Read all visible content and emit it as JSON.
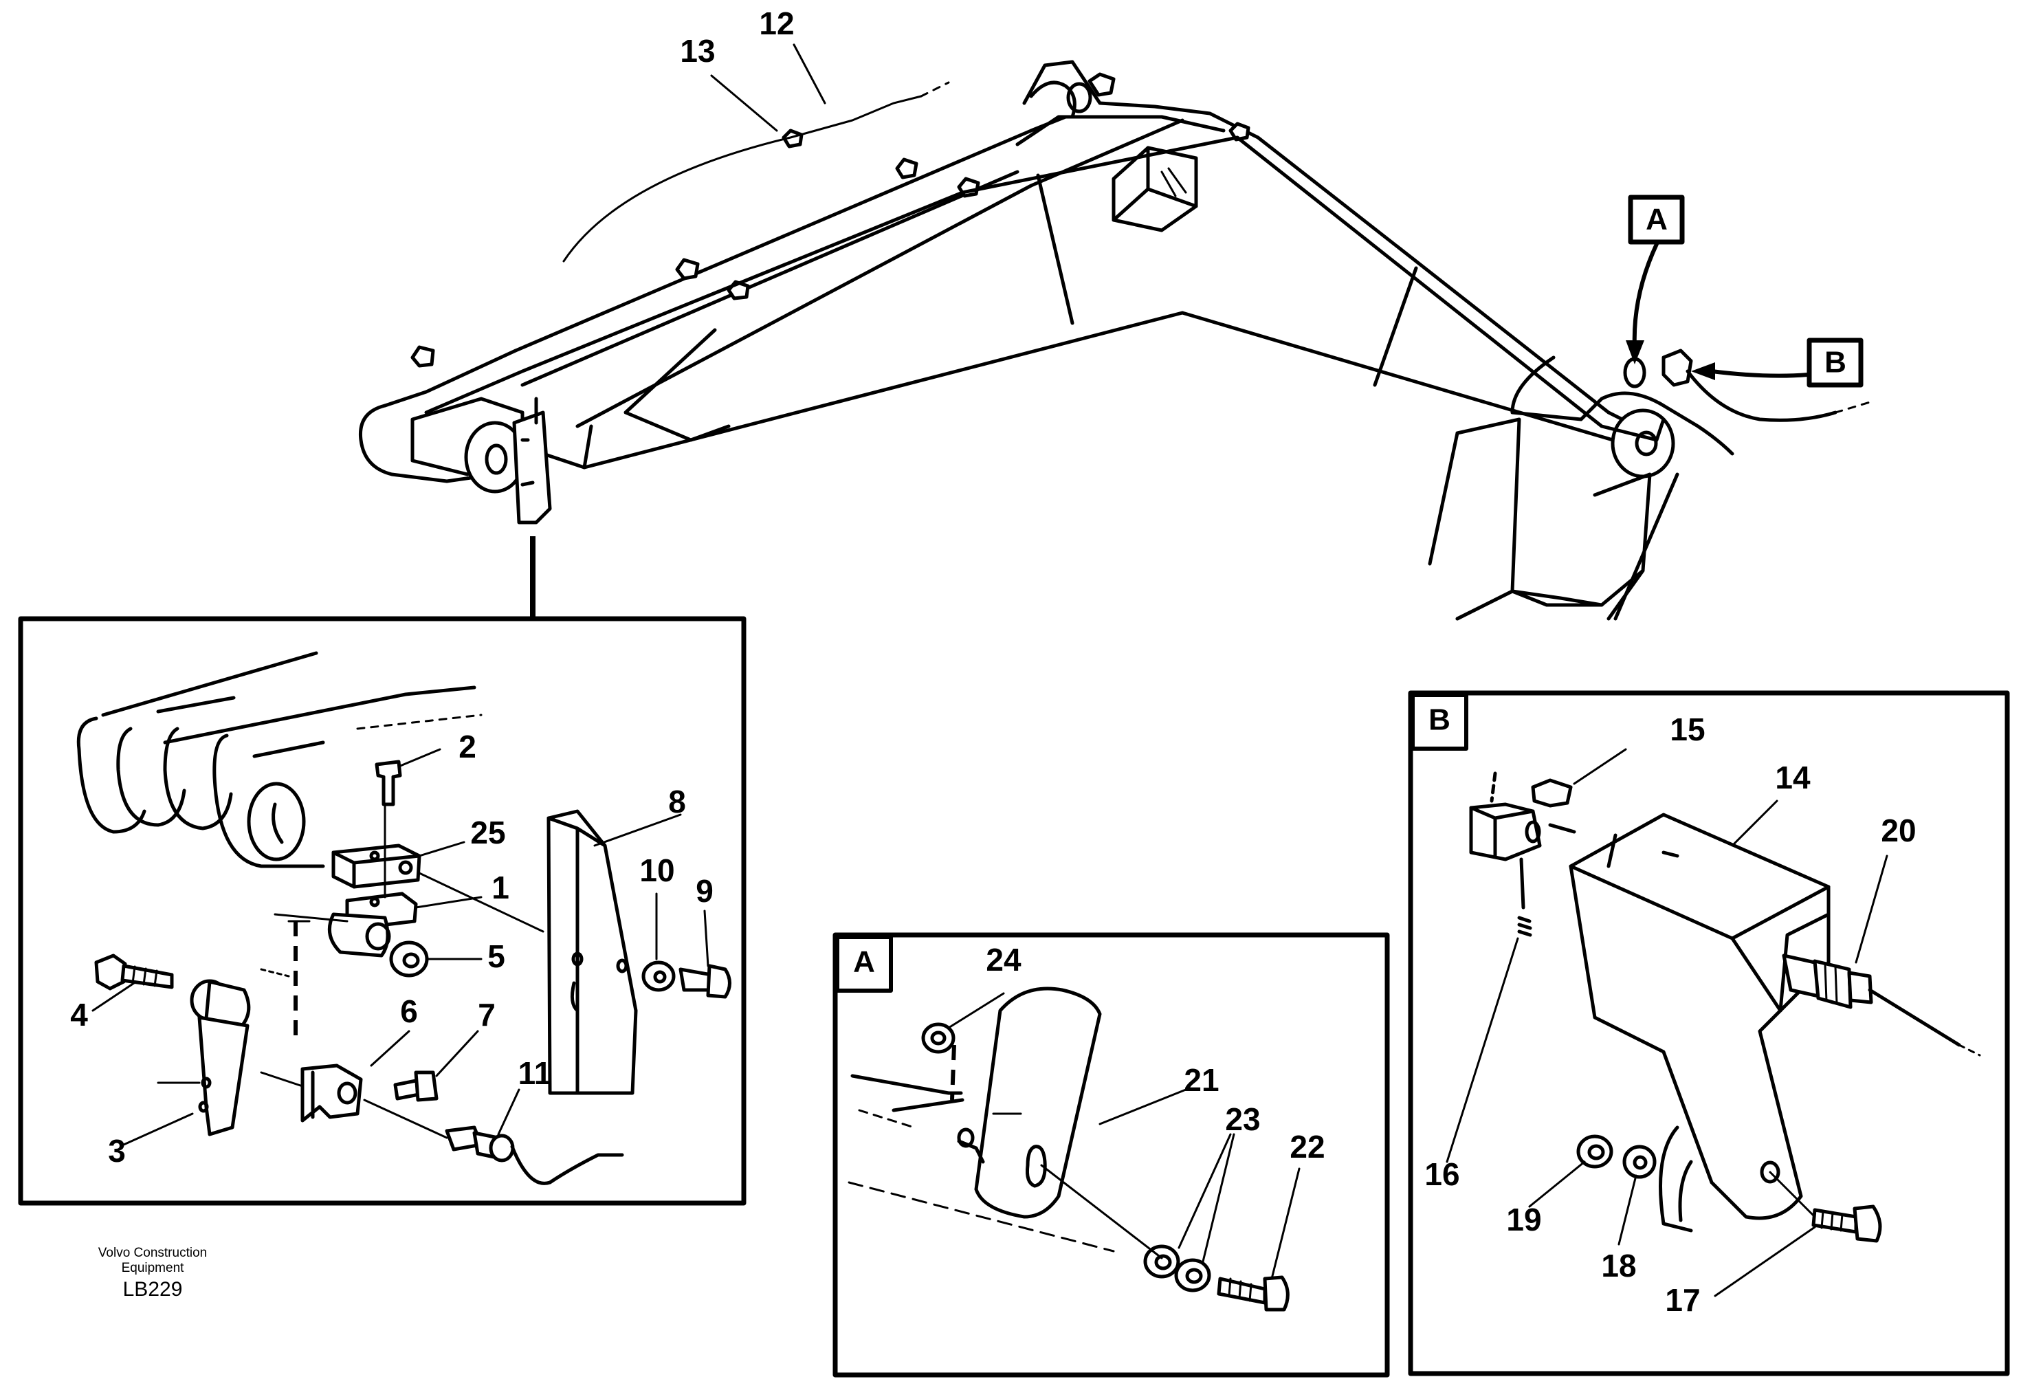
{
  "caption": {
    "line1": "Volvo Construction",
    "line2": "Equipment",
    "code": "LB229"
  },
  "view_tags": {
    "a": "A",
    "b": "B"
  },
  "part_numbers": [
    "1",
    "2",
    "3",
    "4",
    "5",
    "6",
    "7",
    "8",
    "9",
    "10",
    "11",
    "12",
    "13",
    "14",
    "15",
    "16",
    "17",
    "18",
    "19",
    "20",
    "21",
    "22",
    "23",
    "24",
    "25"
  ]
}
